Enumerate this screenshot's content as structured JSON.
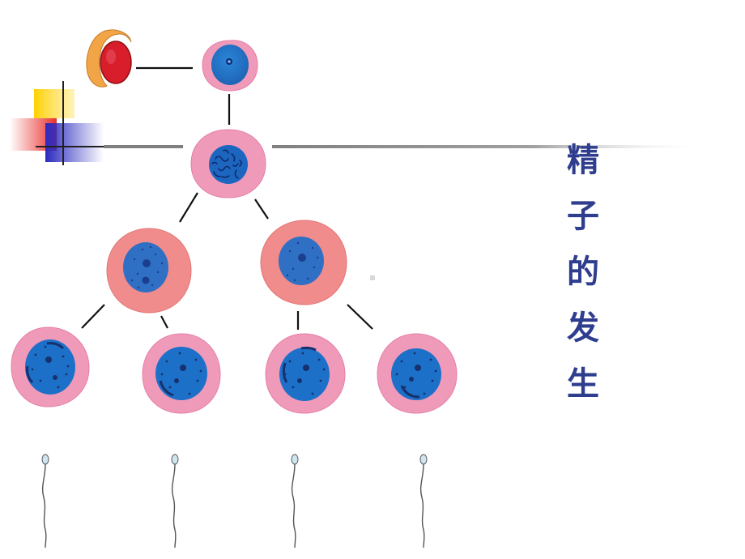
{
  "slide": {
    "title_chars": [
      "精",
      "子",
      "的",
      "发",
      "生"
    ]
  },
  "colors": {
    "title": "#2f3d8e",
    "cytoplasm": "#f09aba",
    "cytoplasm_alt": "#f08c8c",
    "nucleus": "#1d73c8",
    "nucleus_dark": "#1f3f90",
    "accent_yellow": "#ffd000",
    "accent_red": "#e8302c",
    "accent_blue": "#2a2ac0"
  },
  "icons": {
    "testis": "testis-icon",
    "sperm": "sperm-icon"
  }
}
